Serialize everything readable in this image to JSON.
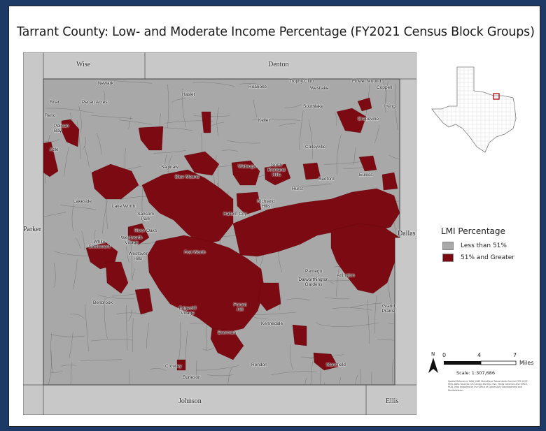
{
  "title": "Tarrant County: Low- and Moderate Income Percentage (FY2021 Census Block Groups)",
  "colors": {
    "background_border": "#1d3a66",
    "less_than_51": "#a8a8a8",
    "greater_51": "#7b0a12",
    "outside": "#c8c8c8",
    "tract_lines": "#6e6e6e"
  },
  "neighbor_counties": {
    "wise": "Wise",
    "denton": "Denton",
    "parker": "Parker",
    "dallas": "Dallas",
    "johnson": "Johnson",
    "ellis": "Ellis"
  },
  "places": [
    {
      "id": "newark",
      "label": "Newark"
    },
    {
      "id": "haslet",
      "label": "Haslet"
    },
    {
      "id": "roanoke",
      "label": "Roanoke"
    },
    {
      "id": "trophy-club",
      "label": "Trophy Club"
    },
    {
      "id": "westlake",
      "label": "Westlake"
    },
    {
      "id": "flower-mound",
      "label": "Flower Mound"
    },
    {
      "id": "coppell",
      "label": "Coppell"
    },
    {
      "id": "briar",
      "label": "Briar"
    },
    {
      "id": "pecan-acres",
      "label": "Pecan Acres"
    },
    {
      "id": "southlake",
      "label": "Southlake"
    },
    {
      "id": "irving",
      "label": "Irving"
    },
    {
      "id": "reno",
      "label": "Reno"
    },
    {
      "id": "keller",
      "label": "Keller"
    },
    {
      "id": "grapevine",
      "label": "Grapevine"
    },
    {
      "id": "pelican-bay",
      "label": "Pelican Bay"
    },
    {
      "id": "colleyville",
      "label": "Colleyville"
    },
    {
      "id": "azle",
      "label": "Azle"
    },
    {
      "id": "saginaw",
      "label": "Saginaw"
    },
    {
      "id": "watauga",
      "label": "Watauga"
    },
    {
      "id": "north-richland-hills",
      "label": "North Richland Hills"
    },
    {
      "id": "blue-mound",
      "label": "Blue Mound"
    },
    {
      "id": "euless",
      "label": "Euless"
    },
    {
      "id": "bedford",
      "label": "Bedford"
    },
    {
      "id": "hurst",
      "label": "Hurst"
    },
    {
      "id": "lakeside",
      "label": "Lakeside"
    },
    {
      "id": "lake-worth",
      "label": "Lake Worth"
    },
    {
      "id": "sansom-park",
      "label": "Sansom Park"
    },
    {
      "id": "haltom-city",
      "label": "Haltom City"
    },
    {
      "id": "richland-hills",
      "label": "Richland Hills"
    },
    {
      "id": "river-oaks",
      "label": "River Oaks"
    },
    {
      "id": "westworth-village",
      "label": "Westworth Village"
    },
    {
      "id": "white-settlement",
      "label": "White Settlement"
    },
    {
      "id": "westover-hills",
      "label": "Westover Hills"
    },
    {
      "id": "fort-worth",
      "label": "Fort Worth"
    },
    {
      "id": "pantego",
      "label": "Pantego"
    },
    {
      "id": "arlington",
      "label": "Arlington"
    },
    {
      "id": "dalworthington-gardens",
      "label": "Dalworthington Gardens"
    },
    {
      "id": "benbrook",
      "label": "Benbrook"
    },
    {
      "id": "edgecliff-village",
      "label": "Edgecliff Village"
    },
    {
      "id": "forest-hill",
      "label": "Forest Hill"
    },
    {
      "id": "grand-prairie",
      "label": "Grand Prairie"
    },
    {
      "id": "kennedale",
      "label": "Kennedale"
    },
    {
      "id": "everman",
      "label": "Everman"
    },
    {
      "id": "crowley",
      "label": "Crowley"
    },
    {
      "id": "rendon",
      "label": "Rendon"
    },
    {
      "id": "mansfield",
      "label": "Mansfield"
    },
    {
      "id": "burleson",
      "label": "Burleson"
    }
  ],
  "legend": {
    "title": "LMI Percentage",
    "items": [
      {
        "label": "Less than 51%",
        "color": "#a8a8a8"
      },
      {
        "label": "51% and Greater",
        "color": "#7b0a12"
      }
    ]
  },
  "scale_bar": {
    "north": "N",
    "ticks": [
      "0",
      "4",
      "7"
    ],
    "unit": "Miles",
    "scale_text": "Scale: 1:307,686"
  },
  "credit_text": "Spatial Reference: NAD 1983 StatePlane Texas North Central FIPS 4202 Feet. Data Sources: US Census Bureau, Esri, Texas General Land Office, HUD. Map prepared by the Office of Community Development and Revitalization."
}
